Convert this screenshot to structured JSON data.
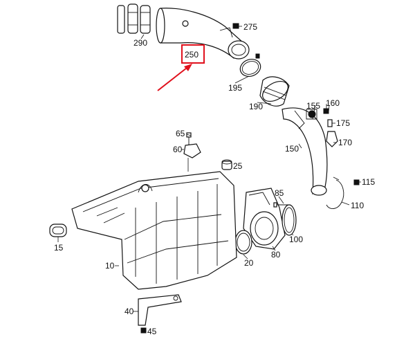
{
  "diagram": {
    "highlight": {
      "part": "250",
      "box_color": "#e0101c",
      "arrow_color": "#e0101c"
    },
    "parts": [
      {
        "id": "p290",
        "label": "290"
      },
      {
        "id": "p275",
        "label": "275"
      },
      {
        "id": "p250",
        "label": "250"
      },
      {
        "id": "p195",
        "label": "195"
      },
      {
        "id": "p190",
        "label": "190"
      },
      {
        "id": "p155",
        "label": "155"
      },
      {
        "id": "p160",
        "label": "160"
      },
      {
        "id": "p175",
        "label": "175"
      },
      {
        "id": "p170",
        "label": "170"
      },
      {
        "id": "p150",
        "label": "150"
      },
      {
        "id": "p65",
        "label": "65"
      },
      {
        "id": "p60",
        "label": "60"
      },
      {
        "id": "p25",
        "label": "25"
      },
      {
        "id": "p115",
        "label": "115"
      },
      {
        "id": "p110",
        "label": "110"
      },
      {
        "id": "p85",
        "label": "85"
      },
      {
        "id": "p100",
        "label": "100"
      },
      {
        "id": "p80",
        "label": "80"
      },
      {
        "id": "p20",
        "label": "20"
      },
      {
        "id": "p15",
        "label": "15"
      },
      {
        "id": "p10",
        "label": "10"
      },
      {
        "id": "p40",
        "label": "40"
      },
      {
        "id": "p45",
        "label": "45"
      }
    ]
  }
}
